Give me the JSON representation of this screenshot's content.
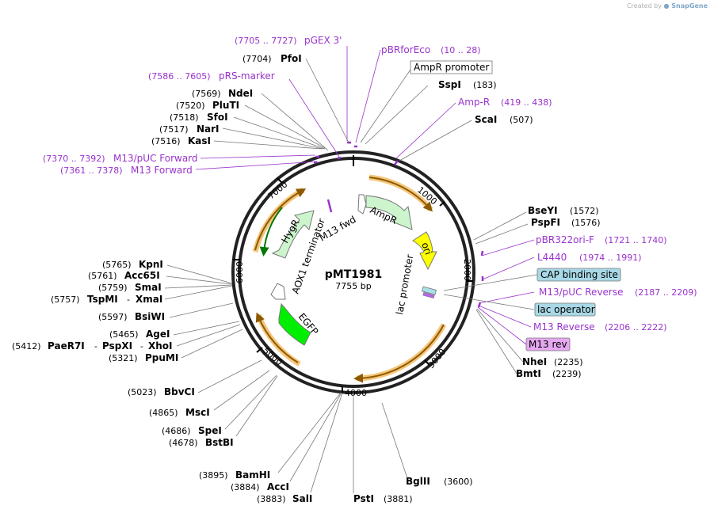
{
  "credit": {
    "prefix": "Created by",
    "brand": "SnapGene"
  },
  "plasmid": {
    "name": "pMT1981",
    "size": "7755 bp"
  },
  "ticks": [
    "1000",
    "2000",
    "3000",
    "4000",
    "5000",
    "6000",
    "7000"
  ],
  "features": {
    "ampr": "AmpR",
    "ori": "ori",
    "lac_promoter": "lac promoter",
    "egfp": "EGFP",
    "aox1": "AOX1 terminator",
    "hygr": "HygR",
    "m13fwd": "M13 fwd"
  },
  "labels": {
    "pgex": {
      "range": "(7705 .. 7727)",
      "name": "pGEX 3'"
    },
    "pfoi": {
      "pos": "(7704)",
      "name": "PfoI"
    },
    "prs": {
      "range": "(7586 .. 7605)",
      "name": "pRS-marker"
    },
    "ndei": {
      "pos": "(7569)",
      "name": "NdeI"
    },
    "pluti": {
      "pos": "(7520)",
      "name": "PluTI"
    },
    "sfoi": {
      "pos": "(7518)",
      "name": "SfoI"
    },
    "nari": {
      "pos": "(7517)",
      "name": "NarI"
    },
    "kasi": {
      "pos": "(7516)",
      "name": "KasI"
    },
    "m13puc_fwd": {
      "range": "(7370 .. 7392)",
      "name": "M13/pUC Forward"
    },
    "m13_fwd": {
      "range": "(7361 .. 7378)",
      "name": "M13 Forward"
    },
    "pbrforeco": {
      "name": "pBRforEco",
      "range": "(10 .. 28)"
    },
    "ampr_promoter": {
      "name": "AmpR promoter"
    },
    "sspi": {
      "name": "SspI",
      "pos": "(183)"
    },
    "ampr_primer": {
      "name": "Amp-R",
      "range": "(419 .. 438)"
    },
    "scai": {
      "name": "ScaI",
      "pos": "(507)"
    },
    "bseyi": {
      "name": "BseYI",
      "pos": "(1572)"
    },
    "pspfi": {
      "name": "PspFI",
      "pos": "(1576)"
    },
    "pbr322ori": {
      "name": "pBR322ori-F",
      "range": "(1721 .. 1740)"
    },
    "l4440": {
      "name": "L4440",
      "range": "(1974 .. 1991)"
    },
    "cap": {
      "name": "CAP binding site"
    },
    "m13puc_rev": {
      "name": "M13/pUC Reverse",
      "range": "(2187 .. 2209)"
    },
    "lac_op": {
      "name": "lac operator"
    },
    "m13_rev": {
      "name": "M13 Reverse",
      "range": "(2206 .. 2222)"
    },
    "m13rev_box": {
      "name": "M13 rev"
    },
    "nhei": {
      "name": "NheI",
      "pos": "(2235)"
    },
    "bmti": {
      "name": "BmtI",
      "pos": "(2239)"
    },
    "bglii": {
      "name": "BglII",
      "pos": "(3600)"
    },
    "psti": {
      "name": "PstI",
      "pos": "(3881)"
    },
    "sali": {
      "pos": "(3883)",
      "name": "SalI"
    },
    "acci": {
      "pos": "(3884)",
      "name": "AccI"
    },
    "bamhi": {
      "pos": "(3895)",
      "name": "BamHI"
    },
    "bstbi": {
      "pos": "(4678)",
      "name": "BstBI"
    },
    "spei": {
      "pos": "(4686)",
      "name": "SpeI"
    },
    "msci": {
      "pos": "(4865)",
      "name": "MscI"
    },
    "bbvci": {
      "pos": "(5023)",
      "name": "BbvCI"
    },
    "ppumi": {
      "pos": "(5321)",
      "name": "PpuMI"
    },
    "paer7i": {
      "pos": "(5412)",
      "name": "PaeR7I",
      "sep1": "-",
      "name2": "PspXI",
      "sep2": "-",
      "name3": "XhoI"
    },
    "agei": {
      "pos": "(5465)",
      "name": "AgeI"
    },
    "bsiwi": {
      "pos": "(5597)",
      "name": "BsiWI"
    },
    "tspmi": {
      "pos": "(5757)",
      "name": "TspMI",
      "sep": "-",
      "name2": "XmaI"
    },
    "smai": {
      "pos": "(5759)",
      "name": "SmaI"
    },
    "acc65i": {
      "pos": "(5761)",
      "name": "Acc65I"
    },
    "kpni": {
      "pos": "(5765)",
      "name": "KpnI"
    }
  }
}
